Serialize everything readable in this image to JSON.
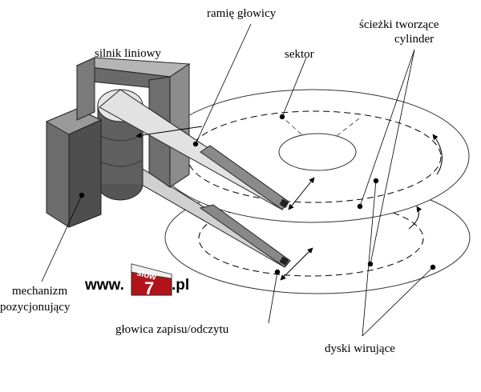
{
  "labels": {
    "head_arm": "ramię głowicy",
    "tracks_line1": "ścieżki tworzące",
    "tracks_line2": "cylinder",
    "linear_motor": "silnik liniowy",
    "sector": "sektor",
    "positioning_line1": "mechanizm",
    "positioning_line2": "pozycjonujący",
    "rw_head": "głowica zapisu/odczytu",
    "spinning_disks": "dyski wirujące"
  },
  "watermark": {
    "prefix": "www.",
    "badge_top": "slow",
    "badge_number": "7",
    "suffix": ".pl"
  },
  "colors": {
    "magnet_dark": "#555555",
    "magnet_light": "#8c8c8c",
    "arm_fill": "#cccccc",
    "badge_red": "#b0141a"
  }
}
